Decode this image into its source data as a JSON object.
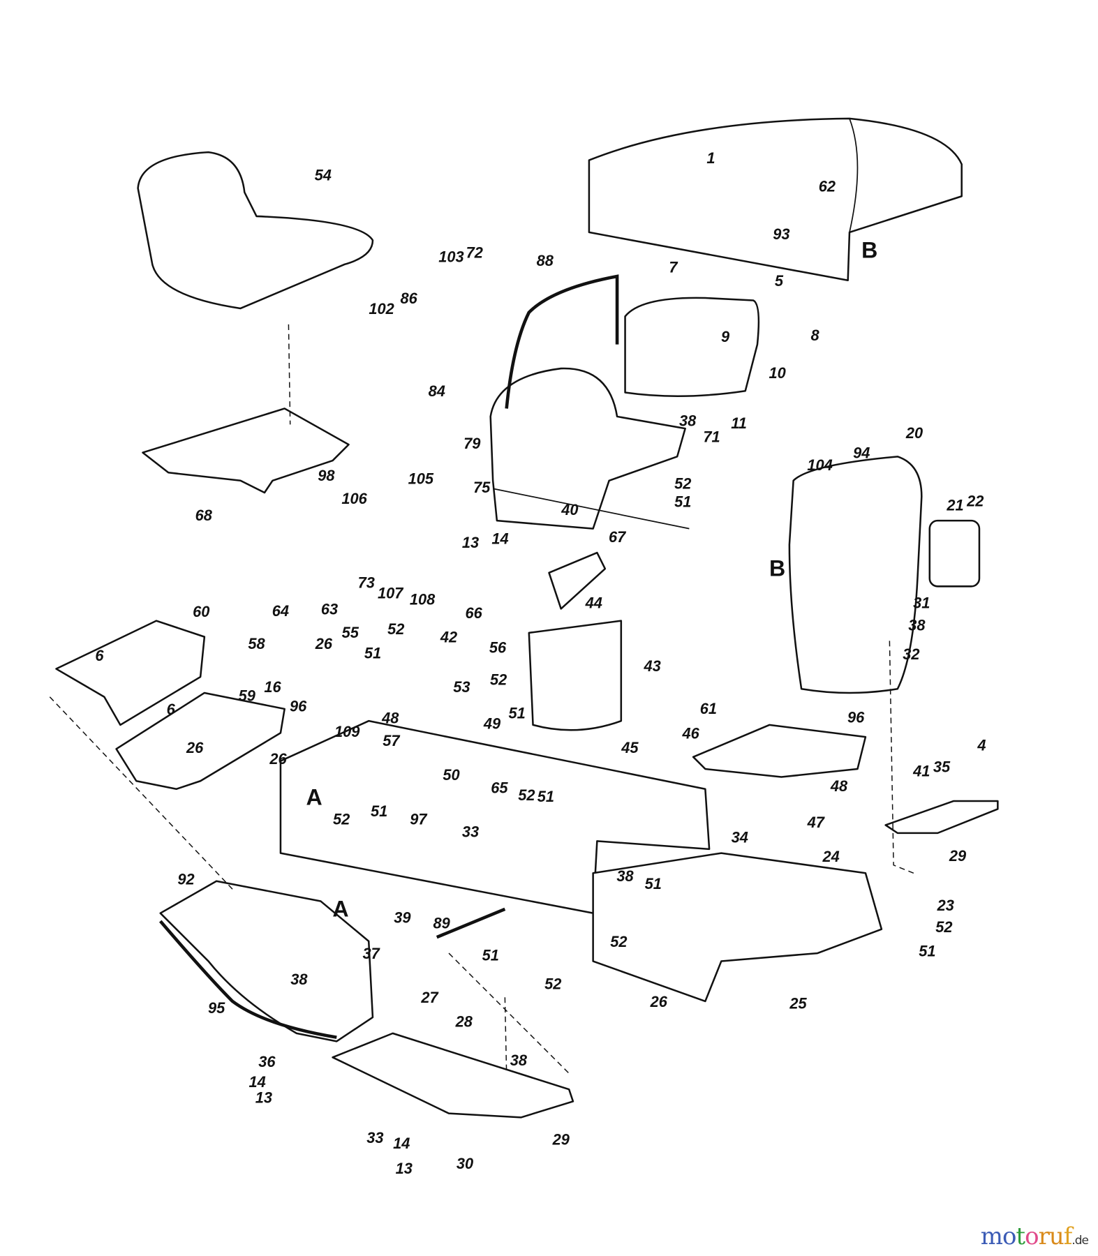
{
  "diagram": {
    "title": "Exploded parts diagram - tractor body / frame",
    "callouts": [
      "1",
      "62",
      "93",
      "B",
      "5",
      "7",
      "8",
      "9",
      "10",
      "11",
      "54",
      "103",
      "72",
      "88",
      "102",
      "86",
      "84",
      "38",
      "71",
      "79",
      "75",
      "40",
      "52",
      "51",
      "13",
      "14",
      "67",
      "68",
      "98",
      "106",
      "105",
      "73",
      "107",
      "108",
      "20",
      "104",
      "94",
      "22",
      "21",
      "B",
      "31",
      "38",
      "32",
      "60",
      "6",
      "59",
      "6",
      "26",
      "64",
      "63",
      "58",
      "26",
      "55",
      "51",
      "52",
      "66",
      "42",
      "56",
      "53",
      "52",
      "51",
      "49",
      "16",
      "96",
      "48",
      "57",
      "109",
      "26",
      "44",
      "43",
      "45",
      "50",
      "65",
      "52",
      "51",
      "61",
      "46",
      "96",
      "48",
      "47",
      "4",
      "41",
      "35",
      "29",
      "A",
      "52",
      "51",
      "97",
      "33",
      "34",
      "24",
      "38",
      "51",
      "23",
      "52",
      "51",
      "92",
      "A",
      "39",
      "89",
      "52",
      "37",
      "38",
      "51",
      "52",
      "26",
      "25",
      "95",
      "27",
      "28",
      "36",
      "14",
      "13",
      "38",
      "33",
      "29",
      "14",
      "13",
      "30"
    ]
  },
  "watermark": {
    "letters": [
      "m",
      "o",
      "t",
      "o",
      "r",
      "u",
      "f"
    ],
    "suffix": ".de",
    "colors": [
      "#3b5bb5",
      "#3b5bb5",
      "#2e9b3a",
      "#e04a8a",
      "#d98a1a",
      "#d98a1a",
      "#e0a020"
    ]
  }
}
